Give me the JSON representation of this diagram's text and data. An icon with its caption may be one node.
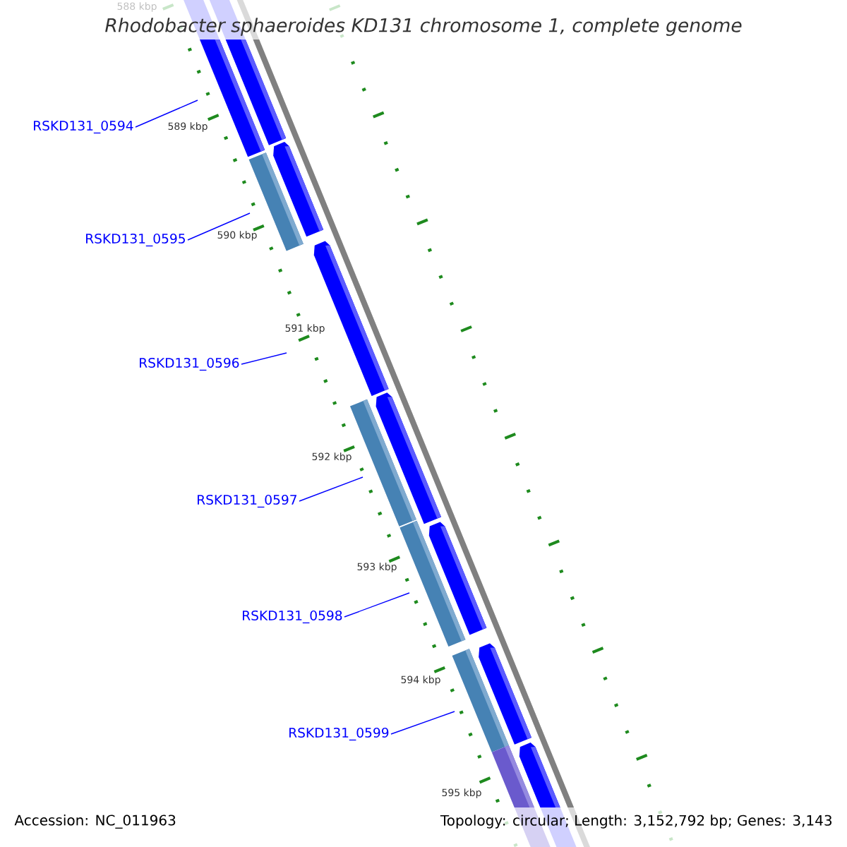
{
  "diagram": {
    "title": "Rhodobacter sphaeroides KD131 chromosome 1, complete genome",
    "nodes": [
      {
        "text": [
          "RSKD131_0594"
        ]
      },
      {
        "text": [
          "RSKD131_0595"
        ]
      },
      {
        "text": [
          "RSKD131_0596"
        ]
      },
      {
        "text": [
          "RSKD131_0597"
        ]
      },
      {
        "text": [
          "RSKD131_0598"
        ]
      },
      {
        "text": [
          "RSKD131_0599"
        ]
      }
    ],
    "edges": [
      {
        "from": 0,
        "to": null,
        "arrow": "none"
      },
      {
        "from": 1,
        "to": null,
        "arrow": "none"
      },
      {
        "from": 2,
        "to": null,
        "arrow": "none"
      },
      {
        "from": 3,
        "to": null,
        "arrow": "none"
      },
      {
        "from": 4,
        "to": null,
        "arrow": "none"
      },
      {
        "from": 5,
        "to": null,
        "arrow": "none"
      }
    ],
    "labels": [
      "588 kbp",
      "589 kbp",
      "590 kbp",
      "591 kbp",
      "592 kbp",
      "593 kbp",
      "594 kbp",
      "595 kbp",
      "Accession: NC_011963",
      "Topology: circular; Length: 3,152,792 bp; Genes: 3,143"
    ]
  }
}
